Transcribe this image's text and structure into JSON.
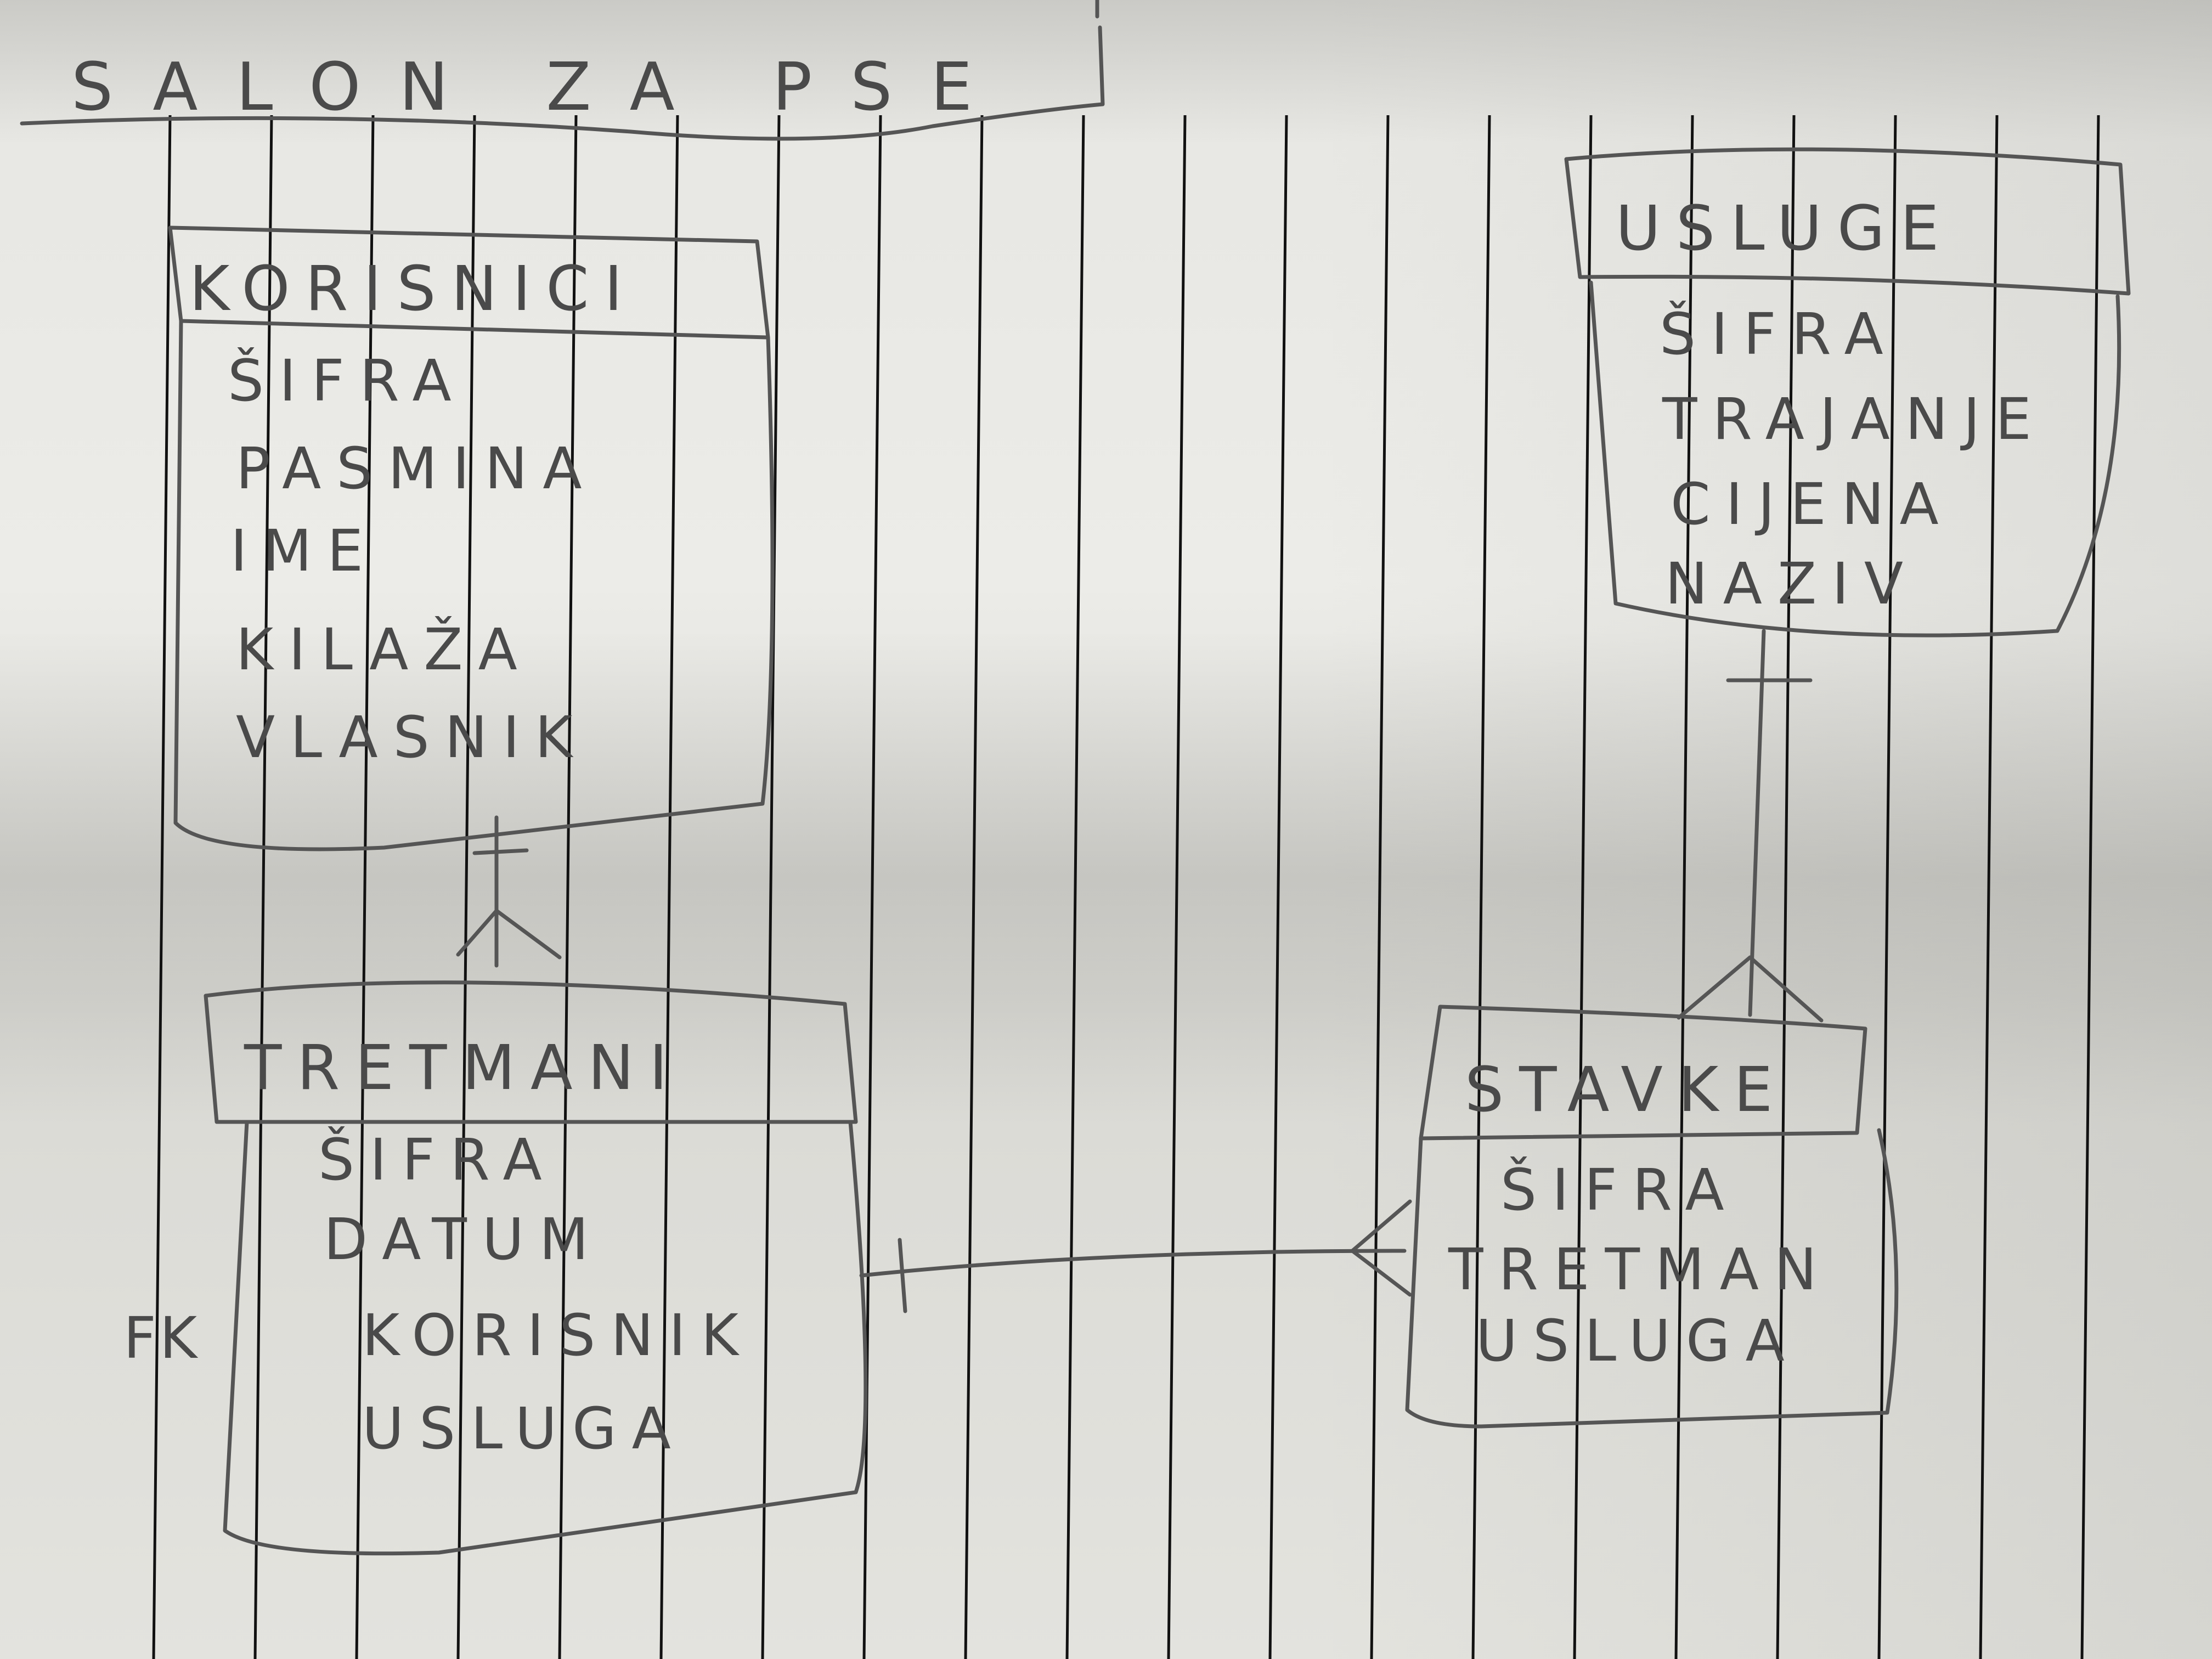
{
  "diagram": {
    "title": "SALON ZA PSE",
    "entities": [
      {
        "id": "korisnici",
        "name": "KORISNICI",
        "attributes": [
          "ŠIFRA",
          "PASMINA",
          "IME",
          "KILAŽA",
          "VLASNIK"
        ]
      },
      {
        "id": "tretmani",
        "name": "TRETMANI",
        "attributes": [
          "ŠIFRA",
          "DATUM",
          "KORISNIK",
          "USLUGA"
        ]
      },
      {
        "id": "usluge",
        "name": "USLUGE",
        "attributes": [
          "ŠIFRA",
          "TRAJANJE",
          "CIJENA",
          "NAZIV"
        ]
      },
      {
        "id": "stavke",
        "name": "STAVKE",
        "attributes": [
          "ŠIFRA",
          "TRETMAN",
          "USLUGA"
        ]
      }
    ],
    "fk_label": "FK",
    "relationships": [
      {
        "from": "korisnici",
        "to": "tretmani",
        "from_cardinality": "one",
        "to_cardinality": "many"
      },
      {
        "from": "usluge",
        "to": "stavke",
        "from_cardinality": "one",
        "to_cardinality": "many"
      },
      {
        "from": "tretmani",
        "to": "stavke",
        "from_cardinality": "one",
        "to_cardinality": "many"
      }
    ]
  }
}
